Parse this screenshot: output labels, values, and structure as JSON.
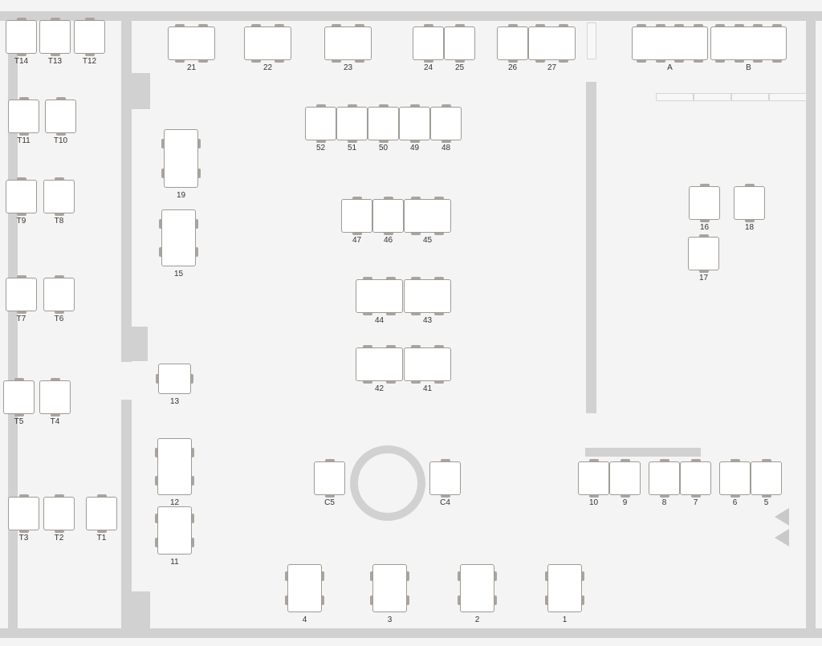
{
  "floor_plan": {
    "colors": {
      "wall": "#d1d1d1",
      "table_fill": "#ffffff",
      "table_border": "#9f9b96",
      "chair": "#aaa49d",
      "floor": "#f4f4f4"
    },
    "tables": [
      "T14",
      "T13",
      "T12",
      "T11",
      "T10",
      "T9",
      "T8",
      "T7",
      "T6",
      "T5",
      "T4",
      "T3",
      "T2",
      "T1",
      "21",
      "22",
      "23",
      "24",
      "25",
      "26",
      "27",
      "A",
      "B",
      "52",
      "51",
      "50",
      "49",
      "48",
      "19",
      "15",
      "47",
      "46",
      "45",
      "44",
      "43",
      "42",
      "41",
      "13",
      "12",
      "11",
      "C5",
      "C4",
      "16",
      "18",
      "17",
      "10",
      "9",
      "8",
      "7",
      "6",
      "5",
      "4",
      "3",
      "2",
      "1"
    ],
    "nav_arrows": [
      "arrow-up-icon",
      "arrow-down-icon"
    ]
  }
}
